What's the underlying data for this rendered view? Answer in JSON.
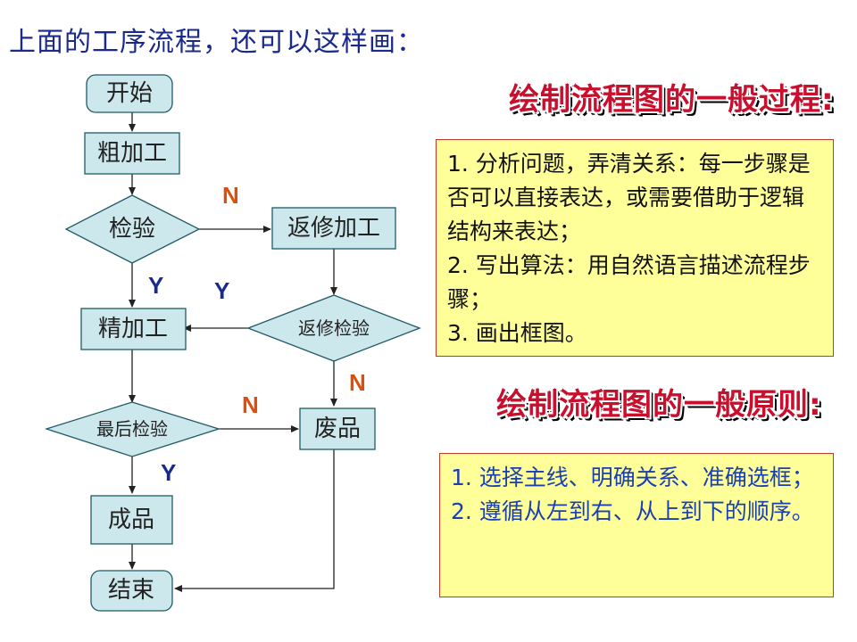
{
  "title": "上面的工序流程，还可以这样画：",
  "flowchart": {
    "nodes": {
      "start": "开始",
      "rough": "粗加工",
      "inspect": "检验",
      "rework": "返修加工",
      "fine": "精加工",
      "rework_inspect": "返修检验",
      "final_inspect": "最后检验",
      "scrap": "废品",
      "product": "成品",
      "end": "结束"
    },
    "labels": {
      "n1": "N",
      "y1": "Y",
      "y2": "Y",
      "n2": "N",
      "n3": "N",
      "y3": "Y"
    }
  },
  "colors": {
    "node_fill": "#cde8ec",
    "node_stroke": "#1f5a66",
    "n_color": "#d9500f",
    "y_color": "#1a2a8c",
    "heading_color": "#c8102e",
    "box_fill": "#ffff99"
  },
  "section1": {
    "heading": "绘制流程图的一般过程:",
    "lines": [
      "1. 分析问题，弄清关系：每一步骤是否可以直接表达，或需要借助于逻辑结构来表达；",
      "2. 写出算法：用自然语言描述流程步骤；",
      "3. 画出框图。"
    ]
  },
  "section2": {
    "heading": "绘制流程图的一般原则:",
    "lines": [
      "1. 选择主线、明确关系、准确选框；",
      "2. 遵循从左到右、从上到下的顺序。"
    ]
  }
}
